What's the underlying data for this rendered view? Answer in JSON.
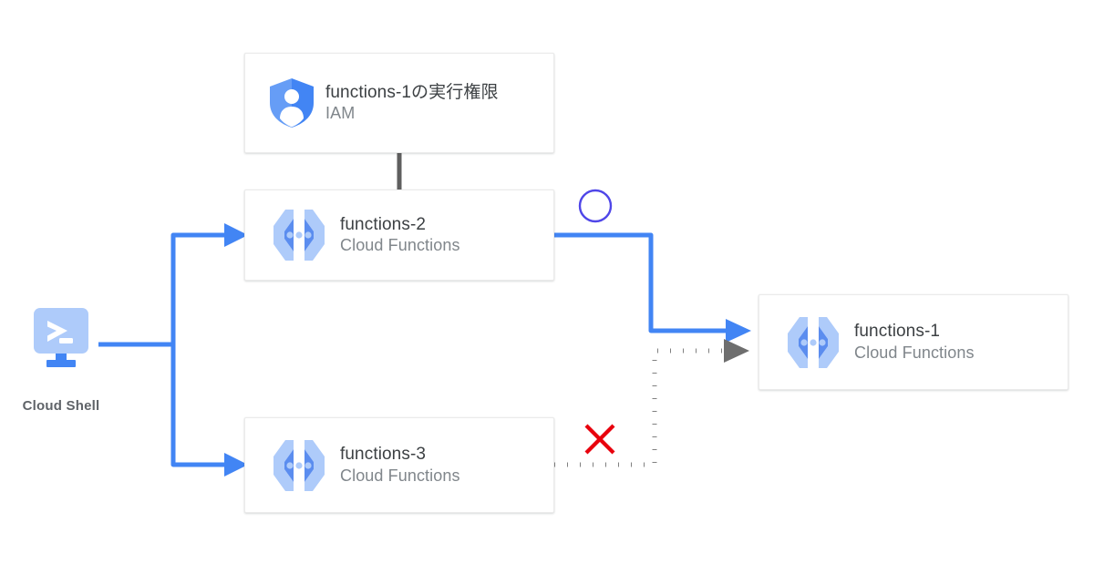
{
  "diagram": {
    "title": "Cloud Functions invocation permission architecture",
    "background": "#ffffff",
    "colors": {
      "flow_blue": "#4285f4",
      "icon_light_blue": "#aecbfa",
      "icon_mid_blue": "#5b8def",
      "denied_gray": "#808080",
      "error_red": "#e8000d",
      "ok_circle": "#4f46e8",
      "card_border": "#ebebeb",
      "title_text": "#3c4043",
      "subtitle_text": "#80868b",
      "shell_label_text": "#5f6368",
      "iam_connector": "#5f5f5f"
    },
    "nodes": {
      "shell": {
        "label": "Cloud Shell",
        "icon": "cloud-shell-icon"
      },
      "iam": {
        "title": "functions-1の実行権限",
        "subtitle": "IAM",
        "icon": "iam-shield-person-icon"
      },
      "functions2": {
        "title": "functions-2",
        "subtitle": "Cloud Functions",
        "icon": "cloud-functions-icon"
      },
      "functions3": {
        "title": "functions-3",
        "subtitle": "Cloud Functions",
        "icon": "cloud-functions-icon"
      },
      "functions1": {
        "title": "functions-1",
        "subtitle": "Cloud Functions",
        "icon": "cloud-functions-icon"
      }
    },
    "annotations": {
      "allowed": {
        "name": "circle-ok-marker",
        "shape": "circle-outline",
        "meaning": "allowed"
      },
      "denied": {
        "name": "cross-ng-marker",
        "shape": "x-cross",
        "meaning": "denied"
      }
    },
    "edges": [
      {
        "name": "shell-to-functions-2",
        "from": "shell",
        "to": "functions2",
        "style": "solid",
        "color": "#4285f4",
        "arrow": true
      },
      {
        "name": "shell-to-functions-3",
        "from": "shell",
        "to": "functions3",
        "style": "solid",
        "color": "#4285f4",
        "arrow": true
      },
      {
        "name": "functions-2-to-functions-1",
        "from": "functions2",
        "to": "functions1",
        "style": "solid",
        "color": "#4285f4",
        "arrow": true
      },
      {
        "name": "functions-3-to-functions-1",
        "from": "functions3",
        "to": "functions1",
        "style": "dotted",
        "color": "#808080",
        "arrow": true
      },
      {
        "name": "iam-to-functions-2",
        "from": "iam",
        "to": "functions2",
        "style": "solid",
        "color": "#5f5f5f",
        "arrow": false
      }
    ]
  }
}
